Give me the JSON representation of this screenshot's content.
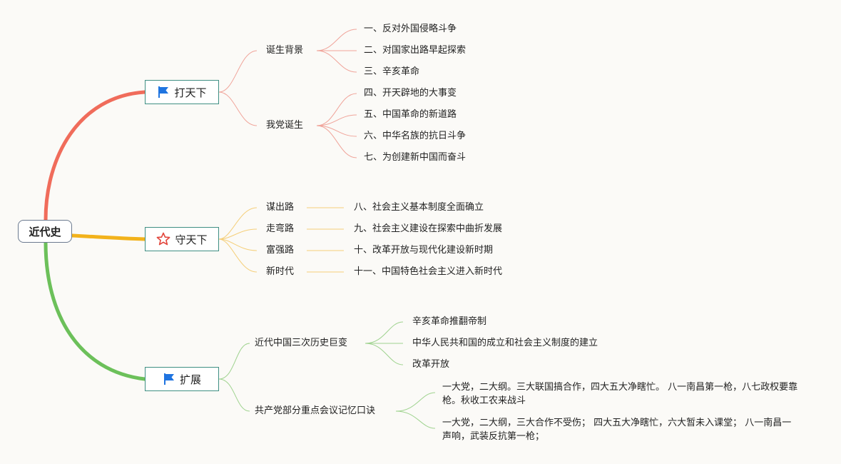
{
  "root": {
    "label": "近代史"
  },
  "colors": {
    "red": "#f06c5b",
    "yellow": "#f2b21b",
    "green": "#6cc05a",
    "flag": "#1f74e0",
    "star": "#e2453b"
  },
  "branches": [
    {
      "label": "打天下",
      "icon": "flag-icon",
      "groups": [
        {
          "label": "诞生背景",
          "items": [
            "一、反对外国侵略斗争",
            "二、对国家出路早起探索",
            "三、辛亥革命"
          ]
        },
        {
          "label": "我党诞生",
          "items": [
            "四、开天辟地的大事变",
            "五、中国革命的新道路",
            "六、中华名族的抗日斗争",
            "七、为创建新中国而奋斗"
          ]
        }
      ]
    },
    {
      "label": "守天下",
      "icon": "star-icon",
      "pairs": [
        {
          "label": "谋出路",
          "item": "八、社会主义基本制度全面确立"
        },
        {
          "label": "走弯路",
          "item": "九、社会主义建设在探索中曲折发展"
        },
        {
          "label": "富强路",
          "item": "十、改革开放与现代化建设新时期"
        },
        {
          "label": "新时代",
          "item": "十一、中国特色社会主义进入新时代"
        }
      ]
    },
    {
      "label": "扩展",
      "icon": "flag-icon",
      "groups": [
        {
          "label": "近代中国三次历史巨变",
          "items": [
            "辛亥革命推翻帝制",
            "中华人民共和国的成立和社会主义制度的建立",
            "改革开放"
          ]
        },
        {
          "label": "共产党部分重点会议记忆口诀",
          "items": [
            "一大党，二大纲。三大联国搞合作，四大五大净瞎忙。 八一南昌第一枪，八七政权要靠枪。秋收工农来战斗",
            "一大党，二大纲，三大合作不受伤； 四大五大净瞎忙，六大暂未入课堂； 八一南昌一声响，武装反抗第一枪；"
          ]
        }
      ]
    }
  ]
}
